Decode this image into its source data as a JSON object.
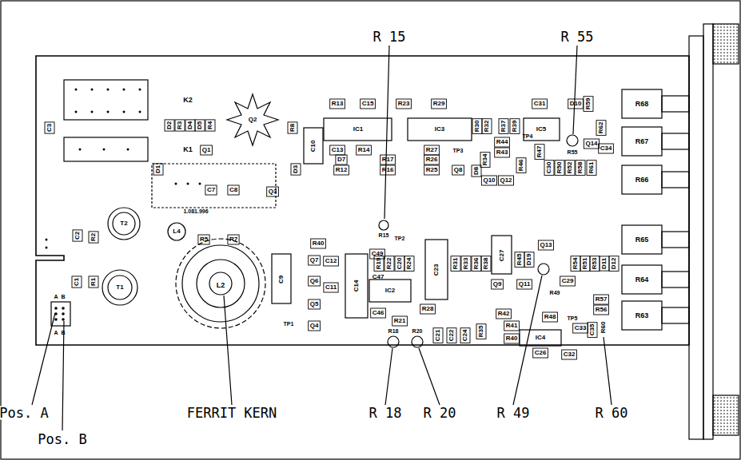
{
  "diagram": {
    "labels": [
      "R 15",
      "R 55",
      "Pos. A",
      "Pos. B",
      "FERRIT KERN",
      "R 18",
      "R 20",
      "R 49",
      "R 60",
      "K2",
      "K1",
      "C3",
      "D2",
      "R3",
      "D4",
      "D5",
      "R4",
      "Q1",
      "Q2",
      "R8",
      "C10",
      "R13",
      "C15",
      "R23",
      "R29",
      "IC1",
      "IC3",
      "C13",
      "R14",
      "D7",
      "R12",
      "R17",
      "R16",
      "R27",
      "R26",
      "R25",
      "TP3",
      "Q8",
      "R30",
      "R32",
      "R37",
      "R39",
      "R47",
      "C31",
      "D10",
      "IC5",
      "Q14",
      "R59",
      "R62",
      "R44",
      "R43",
      "R55",
      "C34",
      "R34",
      "D8",
      "Q10",
      "Q12",
      "R46",
      "C30",
      "R50",
      "R52",
      "R58",
      "R61",
      "D1",
      "C7",
      "C8",
      "Q3",
      "D3",
      "1.081.996",
      "L4",
      "R5",
      "R7",
      "L2",
      "C9",
      "R40",
      "Q7",
      "C12",
      "Q6",
      "C11",
      "Q5",
      "Q4",
      "TP1",
      "C14",
      "C49",
      "C47",
      "C46",
      "R15",
      "R19",
      "R22",
      "TP2",
      "C20",
      "R24",
      "IC2",
      "R28",
      "R21",
      "R18",
      "R20",
      "C23",
      "R31",
      "R33",
      "R36",
      "R38",
      "C27",
      "C21",
      "C22",
      "C24",
      "R35",
      "R45",
      "D19",
      "Q13",
      "Q9",
      "Q11",
      "R49",
      "C29",
      "R54",
      "R51",
      "R53",
      "D11",
      "D12",
      "R57",
      "R56",
      "R42",
      "R41",
      "R40",
      "R48",
      "TP5",
      "IC4",
      "C26",
      "C32",
      "C33",
      "C35",
      "R60",
      "R68",
      "R67",
      "R66",
      "R65",
      "R64",
      "R63",
      "C2",
      "R2",
      "T2",
      "C1",
      "R1",
      "T1",
      "A",
      "B",
      "A",
      "B",
      "TP4"
    ]
  }
}
